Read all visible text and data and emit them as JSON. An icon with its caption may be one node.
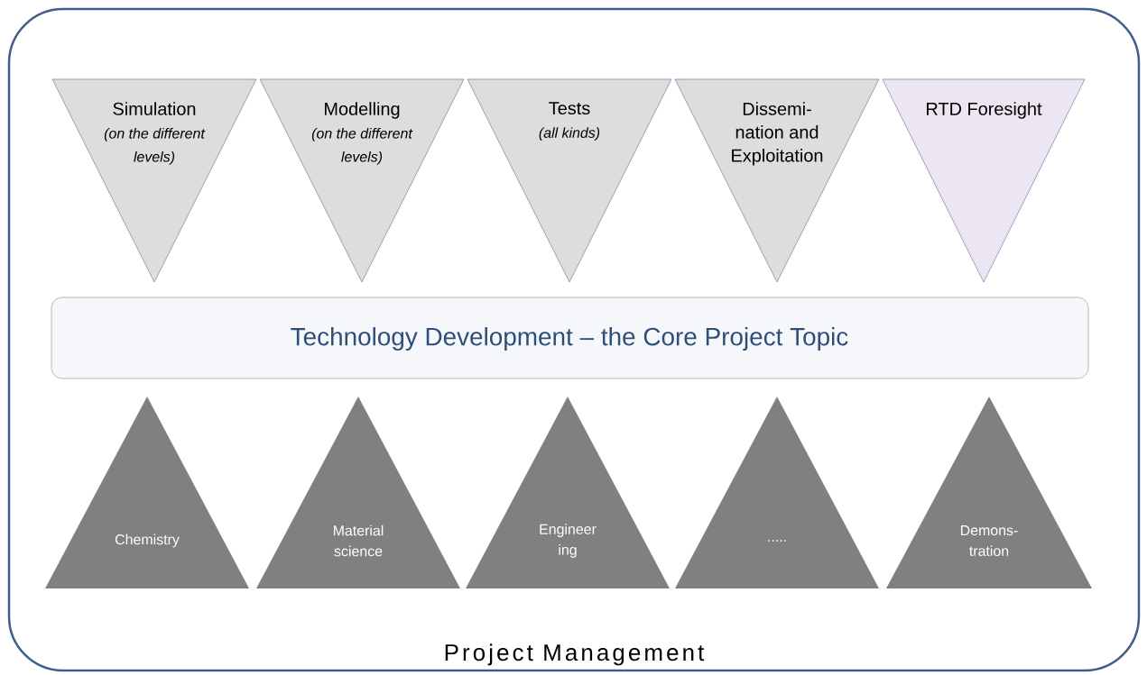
{
  "diagram": {
    "nodes": [
      {
        "text": [
          "Project Management"
        ]
      },
      {
        "text": [
          "Simulation",
          "(on the different levels)"
        ],
        "in": 0
      },
      {
        "text": [
          "Modelling",
          "(on the different levels)"
        ],
        "in": 0
      },
      {
        "text": [
          "Tests",
          "(all kinds)"
        ],
        "in": 0
      },
      {
        "text": [
          "Dissemi- nation and Exploitation"
        ],
        "in": 0
      },
      {
        "text": [
          "RTD Foresight"
        ],
        "in": 0
      },
      {
        "text": [
          "Technology Development – the Core Project Topic"
        ],
        "in": 0
      },
      {
        "text": [
          "Chemistry"
        ],
        "in": 0
      },
      {
        "text": [
          "Material science"
        ],
        "in": 0
      },
      {
        "text": [
          "Engineer ing"
        ],
        "in": 0
      },
      {
        "text": [
          "....."
        ],
        "in": 0
      },
      {
        "text": [
          "Demons- tration"
        ],
        "in": 0
      }
    ]
  }
}
